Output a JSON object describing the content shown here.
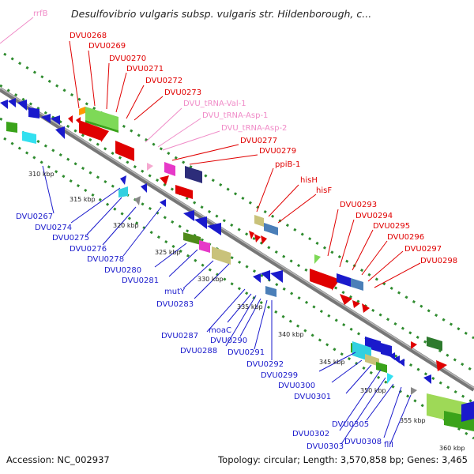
{
  "title": "Desulfovibrio vulgaris subsp. vulgaris str. Hildenborough, c...",
  "footer": {
    "accession": "Accession: NC_002937",
    "topology": "Topology: circular; Length: 3,570,858 bp; Genes: 3,465"
  },
  "colors": {
    "forward_label": "#e00000",
    "reverse_label": "#1a1acc",
    "rna_label": "#f08cc8",
    "backbone": "#888888",
    "ticks": "#2e8b2e"
  },
  "scale_labels": [
    "310 kbp",
    "315 kbp",
    "320 kbp",
    "325 kbp",
    "330 kbp",
    "335 kbp",
    "340 kbp",
    "345 kbp",
    "350 kbp",
    "355 kbp",
    "360 kbp"
  ],
  "top_left_label": "rrfB",
  "forward_labels": [
    "DVU0268",
    "DVU0269",
    "DVU0270",
    "DVU0271",
    "DVU0272",
    "DVU0273",
    "DVU0277",
    "DVU0279",
    "ppiB-1",
    "hisH",
    "hisF",
    "DVU0293",
    "DVU0294",
    "DVU0295",
    "DVU0296",
    "DVU0297",
    "DVU0298"
  ],
  "rna_labels": [
    "DVU_tRNA-Val-1",
    "DVU_tRNA-Asp-1",
    "DVU_tRNA-Asp-2"
  ],
  "reverse_labels": [
    "DVU0267",
    "DVU0274",
    "DVU0275",
    "DVU0276",
    "DVU0278",
    "DVU0280",
    "DVU0281",
    "mutY",
    "DVU0283",
    "DVU0287",
    "moaC",
    "DVU0288",
    "DVU0290",
    "DVU0291",
    "DVU0292",
    "DVU0299",
    "DVU0300",
    "DVU0301",
    "DVU0302",
    "DVU0303",
    "DVU0305",
    "DVU0308",
    "fliI"
  ]
}
